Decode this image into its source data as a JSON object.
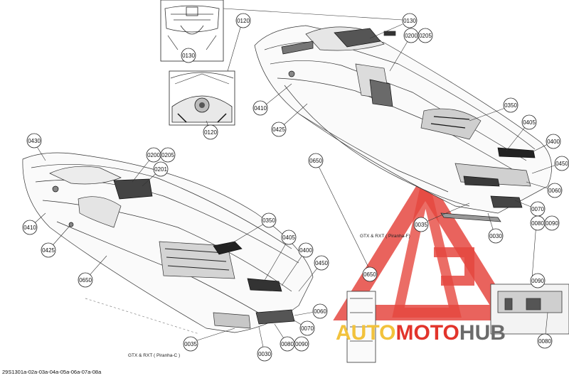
{
  "document_id": "29S1301a-02a-03a-04a-05a-06a-07a-08a",
  "views": {
    "piranha_f": "GTX & RXT ( Piranha-F)",
    "piranha_c": "GTX & RXT ( Piranha-C )"
  },
  "watermark": {
    "part1": "AUTO",
    "part2": "MOTO",
    "part3": "HUB",
    "colors": {
      "red": "#e2342b",
      "yellow": "#f2c23c",
      "gray": "#6b6b6b"
    }
  },
  "callouts": {
    "c0130a": "0130",
    "c0120a": "0120",
    "c0130b": "0130",
    "c0200a": "0200",
    "c0205a": "0205",
    "c0120b": "0120",
    "c0410a": "0410",
    "c0425a": "0425",
    "c0350a": "0350",
    "c0405a": "0405",
    "c0400a": "0400",
    "c0450a": "0450",
    "c0060a": "0060",
    "c0070a": "0070",
    "c0650a": "0650",
    "c0035a": "0035",
    "c0030a": "0030",
    "c0080a": "0080",
    "c0090a": "0090",
    "c0090b": "0090",
    "c0650b": "0650",
    "c0080b": "0080",
    "c0430": "0430",
    "c0200b": "0200",
    "c0205b": "0205",
    "c0201": "0201",
    "c0410b": "0410",
    "c0425b": "0425",
    "c0650c": "0650",
    "c0350b": "0350",
    "c0405b": "0405",
    "c0400b": "0400",
    "c0450b": "0450",
    "c0060b": "0060",
    "c0070b": "0070",
    "c0035b": "0035",
    "c0030b": "0030",
    "c0080c": "0080",
    "c0090c": "0090"
  }
}
